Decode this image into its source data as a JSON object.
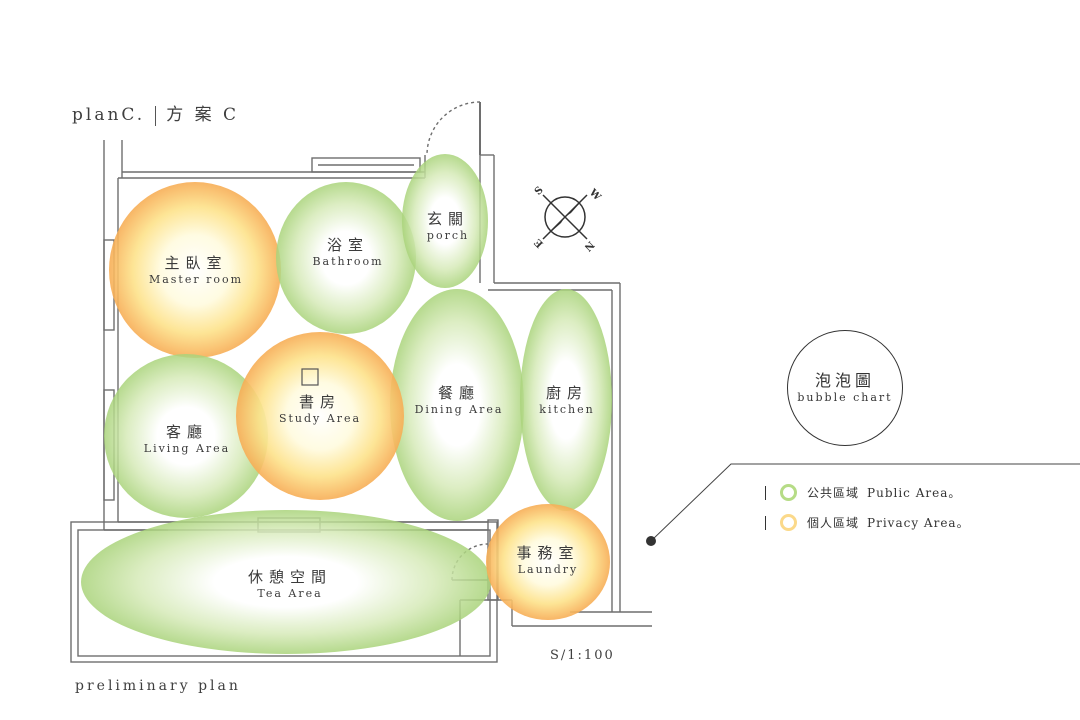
{
  "title": {
    "en": "planC.",
    "zh": "方 案 C"
  },
  "subtitle": "preliminary plan",
  "scale": "S/1:100",
  "compass": {
    "letters": [
      "S",
      "W",
      "E",
      "N"
    ]
  },
  "bubble_chart_label": {
    "zh": "泡泡圖",
    "en": "bubble chart"
  },
  "legend": [
    {
      "zh": "公共區域",
      "en": "Public Area。",
      "type": "public"
    },
    {
      "zh": "個人區域",
      "en": "Privacy Area。",
      "type": "private"
    }
  ],
  "colors": {
    "public": "#8cc63f",
    "private": "#f7a64a",
    "wall": "#6e6e6e"
  },
  "rooms": [
    {
      "id": "master-room",
      "zh": "主臥室",
      "en": "Master room",
      "type": "private"
    },
    {
      "id": "bathroom",
      "zh": "浴室",
      "en": "Bathroom",
      "type": "public"
    },
    {
      "id": "porch",
      "zh": "玄關",
      "en": "porch",
      "type": "public"
    },
    {
      "id": "study-area",
      "zh": "書房",
      "en": "Study Area",
      "type": "private"
    },
    {
      "id": "living-area",
      "zh": "客廳",
      "en": "Living Area",
      "type": "public"
    },
    {
      "id": "dining-area",
      "zh": "餐廳",
      "en": "Dining Area",
      "type": "public"
    },
    {
      "id": "kitchen",
      "zh": "廚房",
      "en": "kitchen",
      "type": "public"
    },
    {
      "id": "tea-area",
      "zh": "休憩空間",
      "en": "Tea Area",
      "type": "public"
    },
    {
      "id": "laundry",
      "zh": "事務室",
      "en": "Laundry",
      "type": "private"
    }
  ]
}
